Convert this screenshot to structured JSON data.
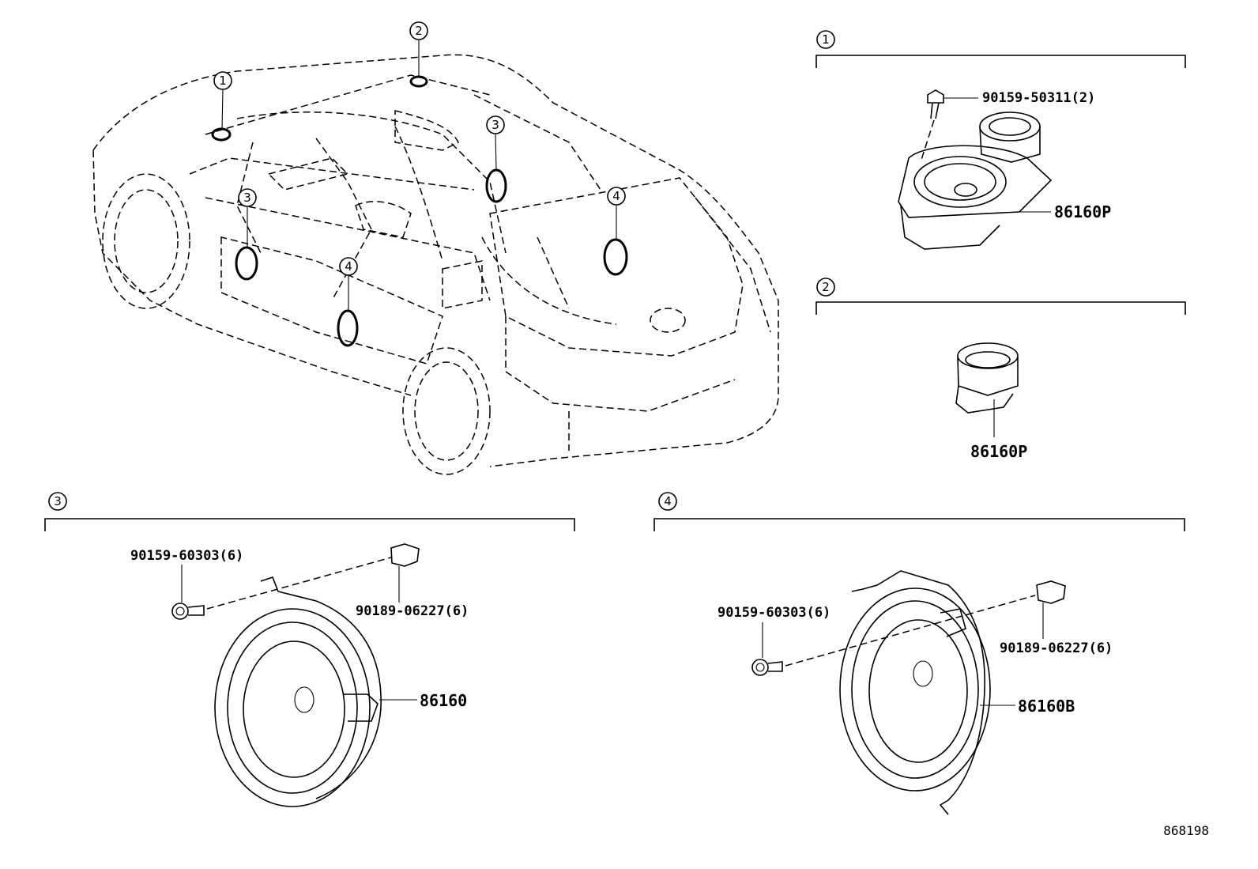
{
  "markers": [
    "1",
    "2",
    "3",
    "4"
  ],
  "sections": [
    {
      "id": "1",
      "label": "1"
    },
    {
      "id": "2",
      "label": "2"
    },
    {
      "id": "3",
      "label": "3"
    },
    {
      "id": "4",
      "label": "4"
    }
  ],
  "parts": {
    "s1_bolt": "90159-50311(2)",
    "s1_speaker": "86160P",
    "s2_speaker": "86160P",
    "s3_bolt": "90159-60303(6)",
    "s3_clip": "90189-06227(6)",
    "s3_speaker": "86160",
    "s4_bolt": "90159-60303(6)",
    "s4_clip": "90189-06227(6)",
    "s4_speaker": "86160B"
  },
  "diagram_id": "868198"
}
